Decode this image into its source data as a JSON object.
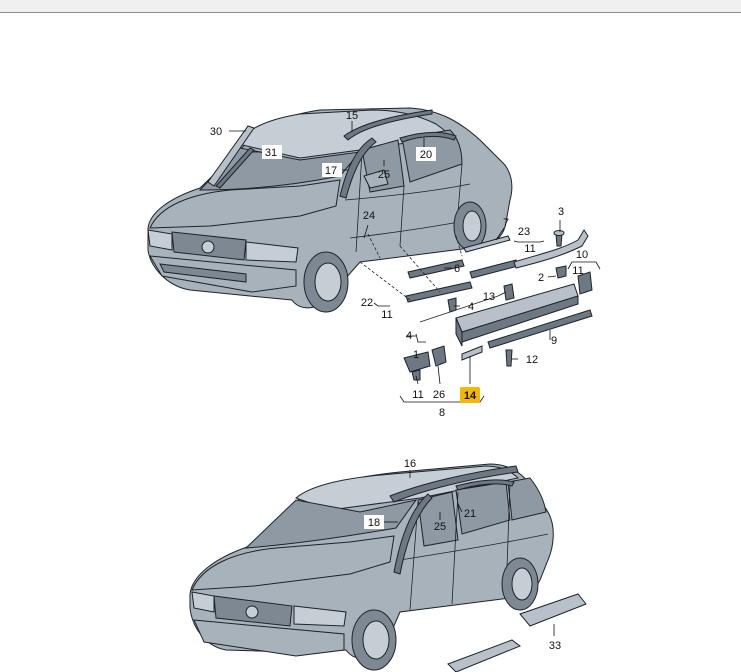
{
  "labels": {
    "l30": "30",
    "l31": "31",
    "l15": "15",
    "l17": "17",
    "l25a": "25",
    "l20": "20",
    "l24": "24",
    "l7": "7",
    "l3": "3",
    "l23": "23",
    "l11a": "11",
    "l10": "10",
    "l6": "6",
    "l2": "2",
    "l11b": "11",
    "l22": "22",
    "l11c": "11",
    "l4a": "4",
    "l13": "13",
    "l4b": "4",
    "l1": "1",
    "l9": "9",
    "l12": "12",
    "l11d": "11",
    "l26": "26",
    "l14": "14",
    "l8": "8",
    "l16": "16",
    "l21": "21",
    "l18": "18",
    "l25b": "25",
    "l33": "33"
  },
  "colors": {
    "highlight": "#f5b800",
    "car_body": "#a8b2bb",
    "outline": "#1e2329"
  }
}
